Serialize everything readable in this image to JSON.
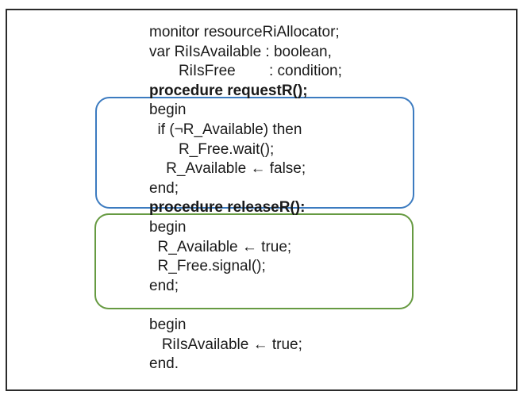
{
  "colors": {
    "frame_border": "#2b2b2b",
    "request_box_border": "#3c7bc0",
    "release_box_border": "#669a41",
    "text": "#1a1a1a",
    "background": "#ffffff"
  },
  "code": {
    "lines": [
      "monitor resourceRiAllocator;",
      "var RiIsAvailable : boolean,",
      "       RiIsFree        : condition;",
      "procedure requestR();",
      "begin",
      "  if (¬R_Available) then",
      "       R_Free.wait();",
      "    R_Available ← false;",
      "end;",
      "procedure releaseR():",
      "begin",
      "  R_Available ← true;",
      "  R_Free.signal();",
      "end;",
      "",
      "begin",
      "   RiIsAvailable ← true;",
      "end."
    ]
  }
}
